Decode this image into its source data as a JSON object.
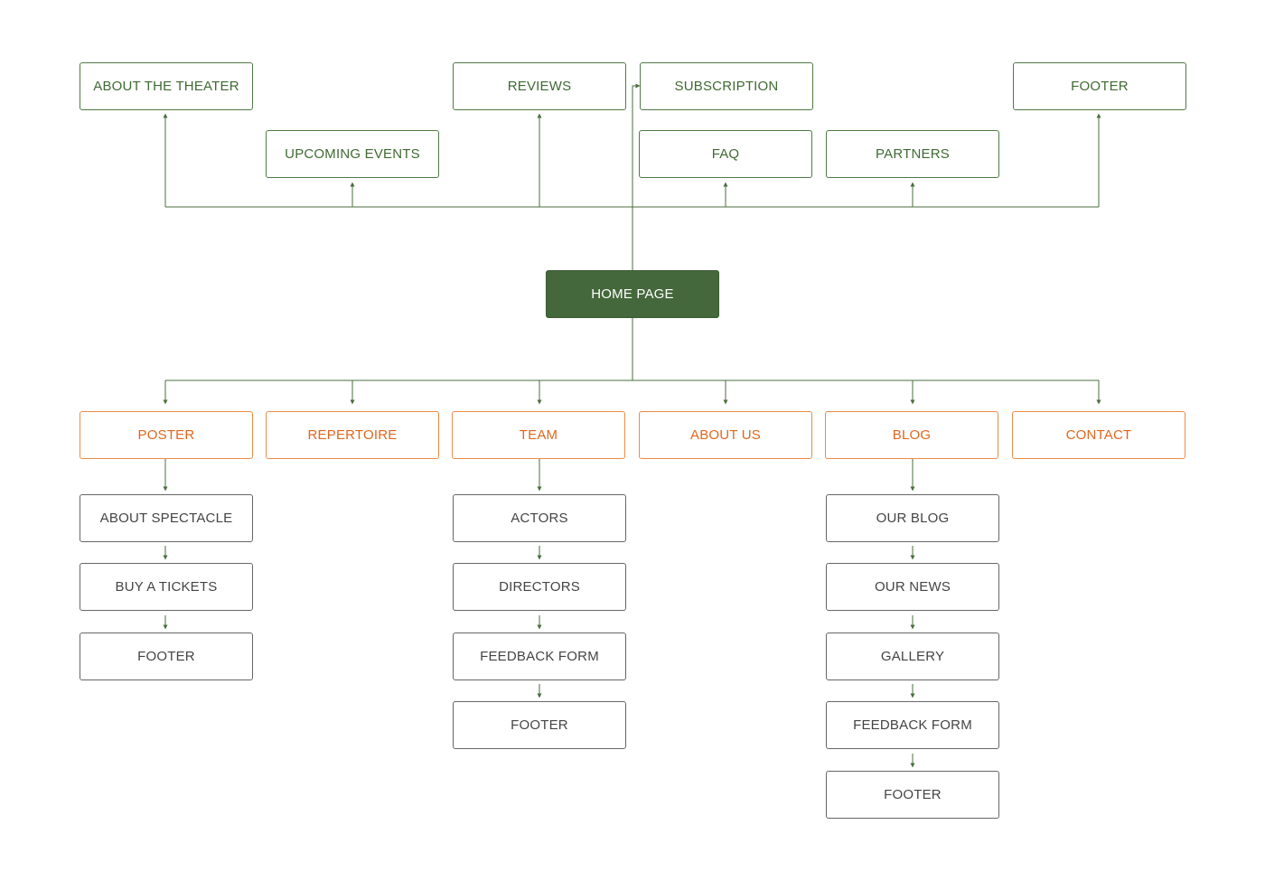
{
  "home": {
    "label": "HOME PAGE"
  },
  "top_nodes": {
    "about_theater": "ABOUT THE THEATER",
    "upcoming_events": "UPCOMING EVENTS",
    "reviews": "REVIEWS",
    "subscription": "SUBSCRIPTION",
    "faq": "FAQ",
    "partners": "PARTNERS",
    "footer": "FOOTER"
  },
  "sections": {
    "poster": {
      "label": "POSTER",
      "children": [
        "ABOUT SPECTACLE",
        "BUY A TICKETS",
        "FOOTER"
      ]
    },
    "repertoire": {
      "label": "REPERTOIRE"
    },
    "team": {
      "label": "TEAM",
      "children": [
        "ACTORS",
        "DIRECTORS",
        "FEEDBACK FORM",
        "FOOTER"
      ]
    },
    "about_us": {
      "label": "ABOUT US"
    },
    "blog": {
      "label": "BLOG",
      "children": [
        "OUR BLOG",
        "OUR NEWS",
        "GALLERY",
        "FEEDBACK FORM",
        "FOOTER"
      ]
    },
    "contact": {
      "label": "CONTACT"
    }
  },
  "colors": {
    "accent_green": "#44673b",
    "line_green": "#4a6e3e",
    "section_orange": "#e1661d",
    "section_border": "#ec8b45",
    "sub_text": "#444444"
  }
}
